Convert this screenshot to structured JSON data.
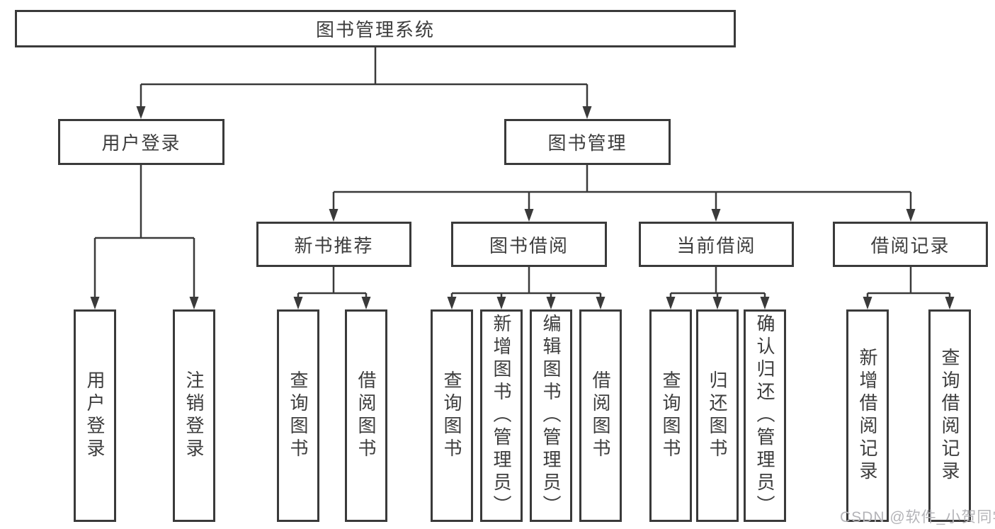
{
  "tree": {
    "root": "图书管理系统",
    "children": [
      {
        "label": "用户登录",
        "children": [
          "用户登录",
          "注销登录"
        ]
      },
      {
        "label": "图书管理",
        "children": [
          {
            "label": "新书推荐",
            "children": [
              "查询图书",
              "借阅图书"
            ]
          },
          {
            "label": "图书借阅",
            "children": [
              "查询图书",
              "新增图书（管理员）",
              "编辑图书（管理员）",
              "借阅图书"
            ]
          },
          {
            "label": "当前借阅",
            "children": [
              "查询图书",
              "归还图书",
              "确认归还（管理员）"
            ]
          },
          {
            "label": "借阅记录",
            "children": [
              "新增借阅记录",
              "查询借阅记录"
            ]
          }
        ]
      }
    ]
  },
  "watermark": {
    "text": "CSDN @软件_小贺同学"
  },
  "colors": {
    "line": "#3a3a3a",
    "box_border": "#3a3a3a",
    "text": "#3d3d3d",
    "watermark": "#b4b4b8",
    "background": "#ffffff"
  }
}
